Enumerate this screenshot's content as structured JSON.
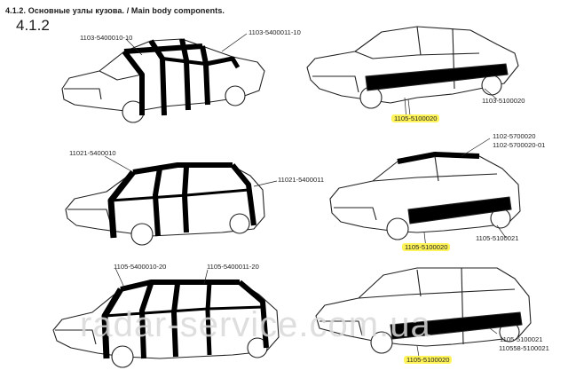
{
  "header": {
    "title": "4.1.2. Основные узлы кузова. / Main body components.",
    "section": "4.1.2"
  },
  "watermark": "radar-service.com.ua",
  "labels": {
    "p1": "1103-5400010-10",
    "p2": "1103-5400011-10",
    "p3": "1105-5100020",
    "p4": "1103-5100020",
    "p5": "1102-5700020",
    "p6": "1102-5700020-01",
    "p7": "11021-5400010",
    "p8": "11021-5400011",
    "p9": "1105-5100020",
    "p10": "1105-5100021",
    "p11": "1105-5400010-20",
    "p12": "1105-5400011-20",
    "p13": "1105-5100021",
    "p14": "110558-5100021",
    "p15": "1105-5100020"
  },
  "highlight_color": "#fff35a"
}
